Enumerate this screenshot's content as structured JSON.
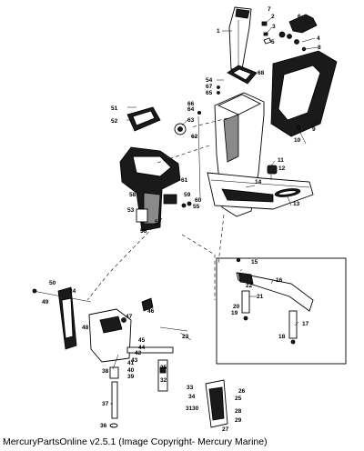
{
  "footer_text": "MercuryPartsOnline v2.5.1 (Image Copyright- Mercury Marine)",
  "callouts": [
    "1",
    "2",
    "3",
    "4",
    "5",
    "6",
    "7",
    "8",
    "9",
    "10",
    "11",
    "12",
    "13",
    "14",
    "15",
    "16",
    "17",
    "18",
    "19",
    "20",
    "21",
    "22",
    "23",
    "24",
    "25",
    "26",
    "27",
    "28",
    "29",
    "30",
    "31",
    "32",
    "33",
    "34",
    "35",
    "36",
    "37",
    "38",
    "39",
    "40",
    "41",
    "42",
    "43",
    "44",
    "45",
    "46",
    "47",
    "48",
    "49",
    "50",
    "51",
    "52",
    "53",
    "54",
    "55",
    "56",
    "57",
    "58",
    "59",
    "60",
    "61",
    "62",
    "63",
    "64",
    "65",
    "66",
    "67",
    "68"
  ]
}
